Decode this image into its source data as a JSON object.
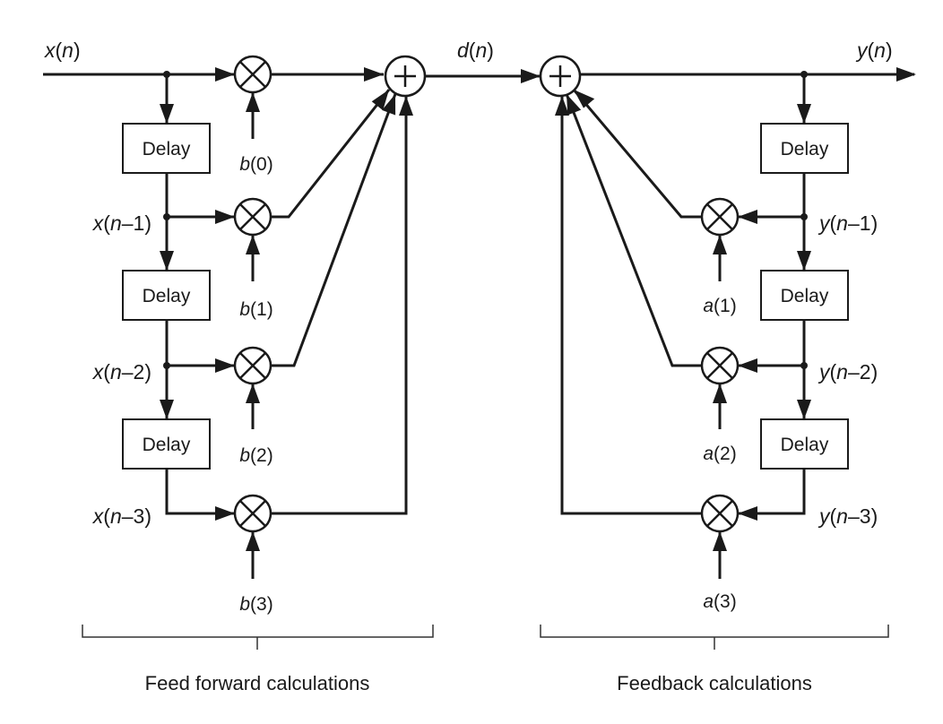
{
  "signals": {
    "input": {
      "base": "x",
      "arg": "n"
    },
    "sum_out": {
      "base": "d",
      "arg": "n"
    },
    "output": {
      "base": "y",
      "arg": "n"
    },
    "x_taps": [
      {
        "base": "x",
        "arg": "n",
        "suffix": "–1"
      },
      {
        "base": "x",
        "arg": "n",
        "suffix": "–2"
      },
      {
        "base": "x",
        "arg": "n",
        "suffix": "–3"
      }
    ],
    "y_taps": [
      {
        "base": "y",
        "arg": "n",
        "suffix": "–1"
      },
      {
        "base": "y",
        "arg": "n",
        "suffix": "–2"
      },
      {
        "base": "y",
        "arg": "n",
        "suffix": "–3"
      }
    ]
  },
  "delay_label": "Delay",
  "coefficients": {
    "b": [
      {
        "base": "b",
        "idx": "0"
      },
      {
        "base": "b",
        "idx": "1"
      },
      {
        "base": "b",
        "idx": "2"
      },
      {
        "base": "b",
        "idx": "3"
      }
    ],
    "a": [
      {
        "base": "a",
        "idx": "1"
      },
      {
        "base": "a",
        "idx": "2"
      },
      {
        "base": "a",
        "idx": "3"
      }
    ]
  },
  "captions": {
    "feed_forward": "Feed forward calculations",
    "feedback": "Feedback calculations"
  }
}
